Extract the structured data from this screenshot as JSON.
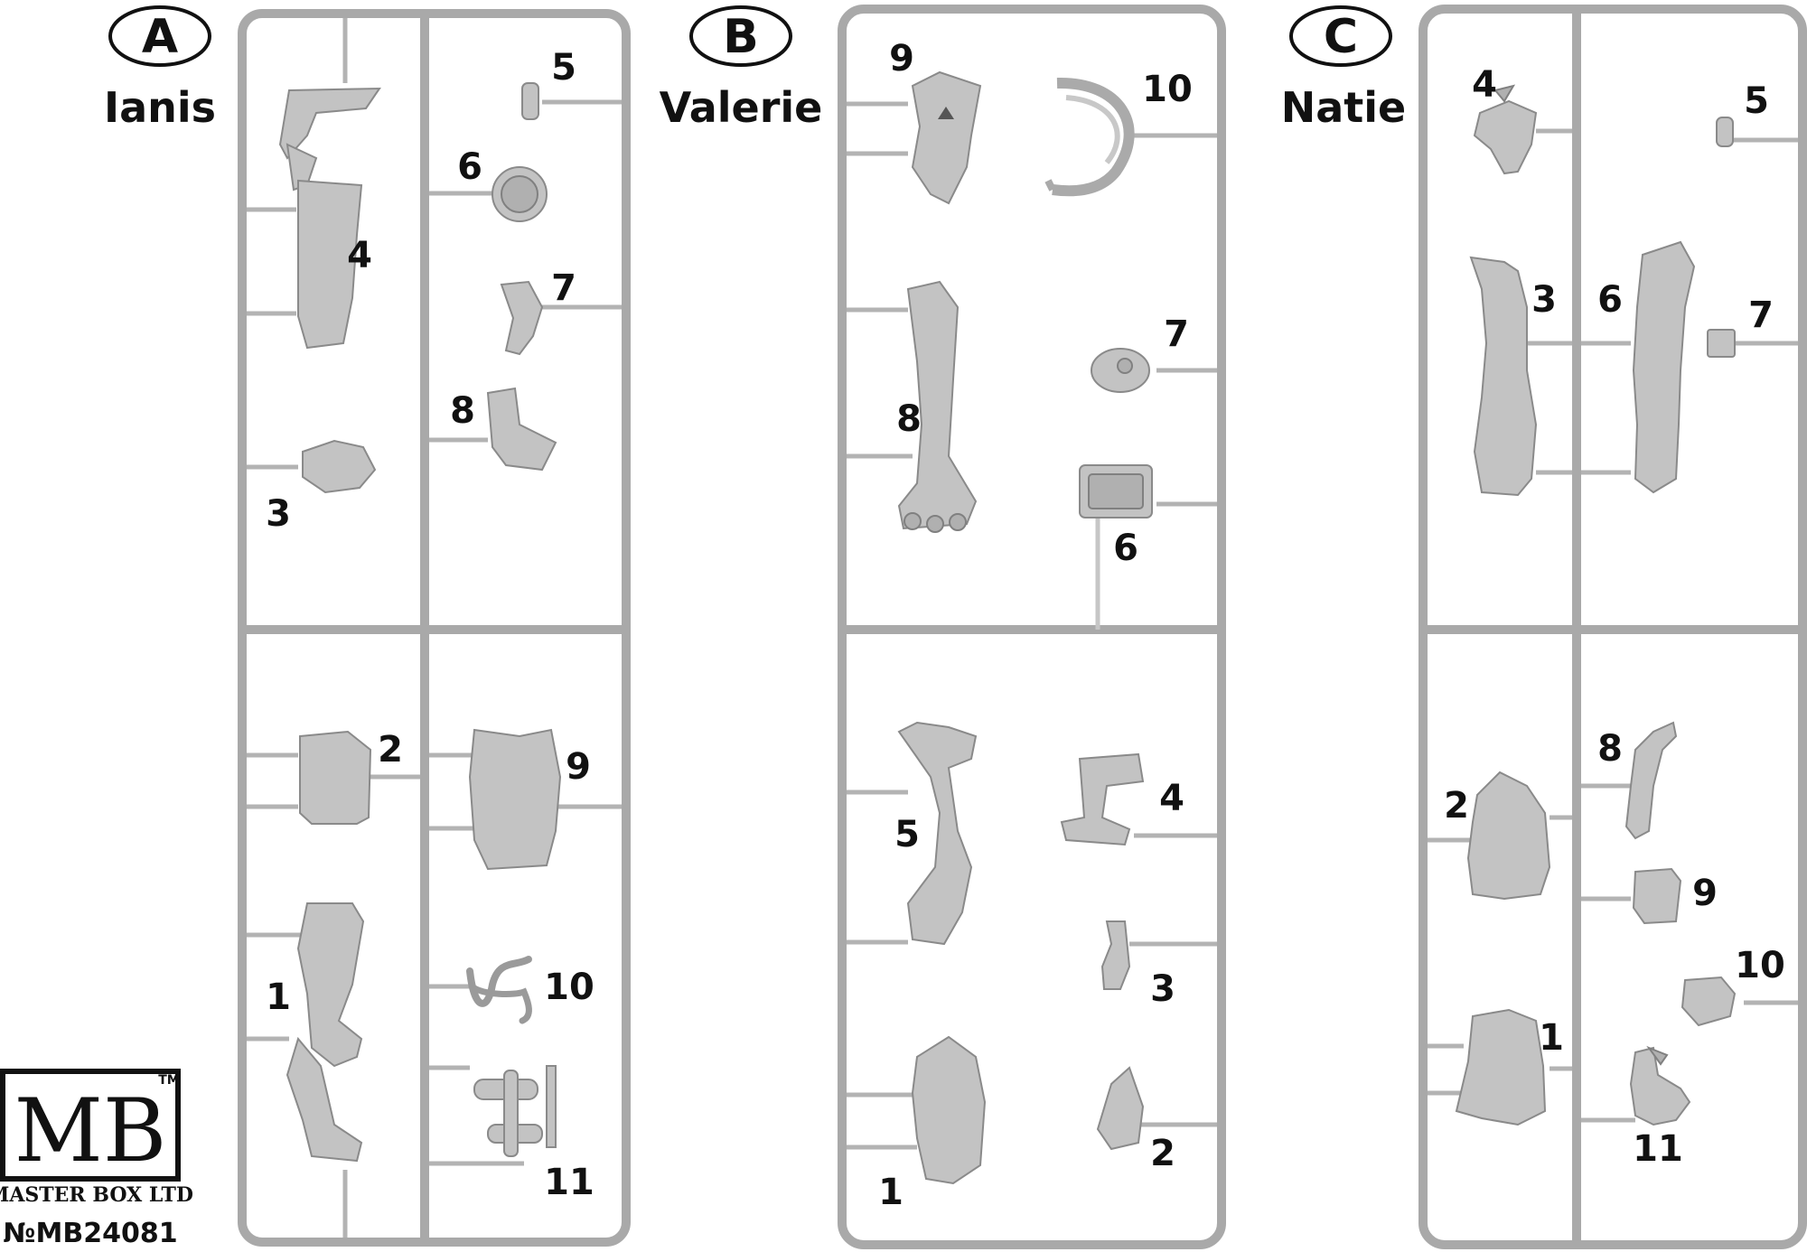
{
  "logo": {
    "text": "MB",
    "trademark": "TM",
    "company": "MASTER BOX LTD",
    "kit_number": "№MB24081"
  },
  "sprues": [
    {
      "letter": "A",
      "figure_name": "Ianis",
      "part_numbers": [
        "5",
        "6",
        "4",
        "7",
        "8",
        "3",
        "2",
        "9",
        "1",
        "10",
        "11"
      ]
    },
    {
      "letter": "B",
      "figure_name": "Valerie",
      "part_numbers": [
        "9",
        "10",
        "7",
        "8",
        "6",
        "5",
        "4",
        "3",
        "2",
        "1"
      ]
    },
    {
      "letter": "C",
      "figure_name": "Natie",
      "part_numbers": [
        "4",
        "5",
        "3",
        "6",
        "7",
        "8",
        "2",
        "9",
        "10",
        "1",
        "11"
      ]
    }
  ],
  "colors": {
    "sprue_frame": "#a9a9a9",
    "part_fill": "#c3c3c3",
    "text": "#111111"
  }
}
